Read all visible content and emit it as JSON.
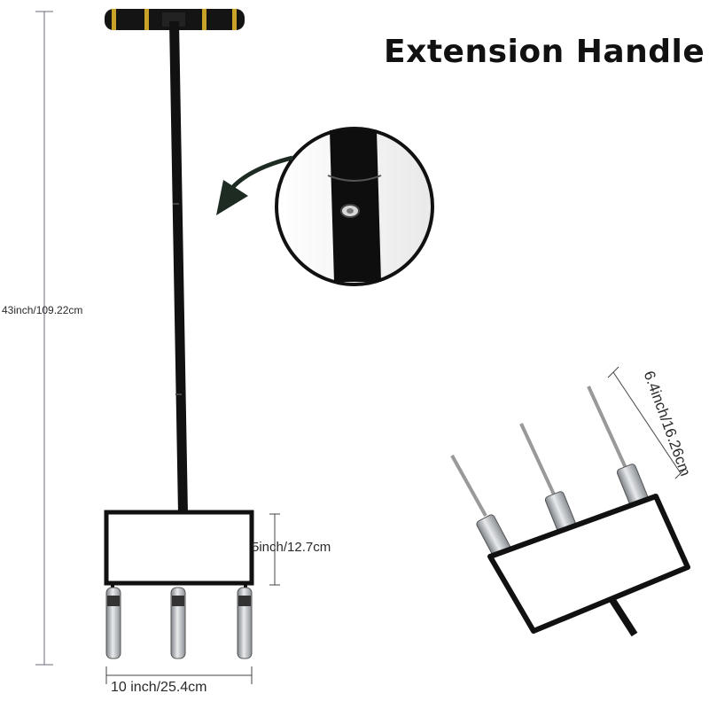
{
  "title": "Extension Handle",
  "measurements": {
    "height": "43inch/109.22cm",
    "depth": "5inch/12.7cm",
    "width": "10 inch/25.4cm",
    "spike": "6.4inch/16.26cm"
  },
  "colors": {
    "frame": "#111111",
    "grip_band": "#c9a227",
    "metal": "#b8bcc0"
  }
}
